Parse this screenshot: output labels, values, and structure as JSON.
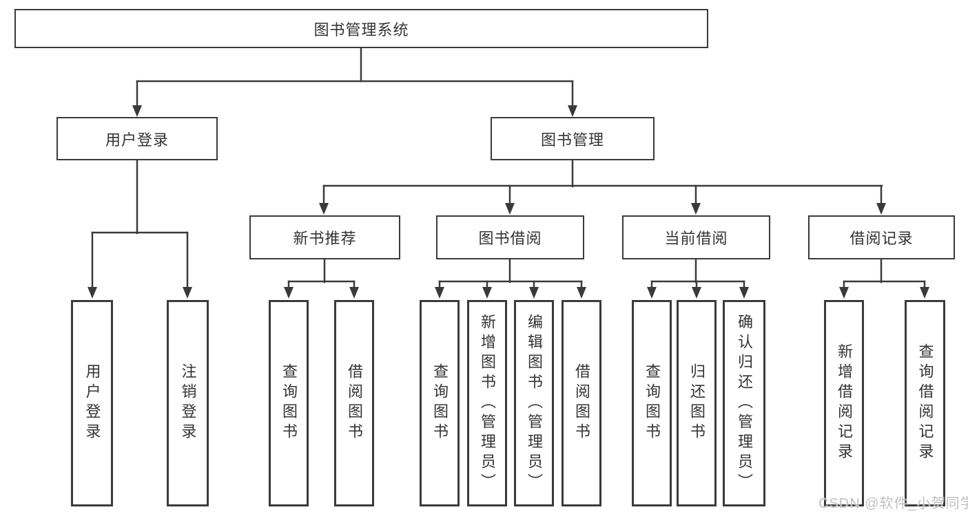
{
  "root": {
    "label": "图书管理系统"
  },
  "user": {
    "label": "用户登录",
    "leaves": [
      {
        "label": "用户登录"
      },
      {
        "label": "注销登录"
      }
    ]
  },
  "mgmt": {
    "label": "图书管理",
    "groups": [
      {
        "label": "新书推荐",
        "leaves": [
          {
            "label": "查询图书"
          },
          {
            "label": "借阅图书"
          }
        ]
      },
      {
        "label": "图书借阅",
        "leaves": [
          {
            "label": "查询图书"
          },
          {
            "label": "新增图书（管理员）"
          },
          {
            "label": "编辑图书（管理员）"
          },
          {
            "label": "借阅图书"
          }
        ]
      },
      {
        "label": "当前借阅",
        "leaves": [
          {
            "label": "查询图书"
          },
          {
            "label": "归还图书"
          },
          {
            "label": "确认归还（管理员）"
          }
        ]
      },
      {
        "label": "借阅记录",
        "leaves": [
          {
            "label": "新增借阅记录"
          },
          {
            "label": "查询借阅记录"
          }
        ]
      }
    ]
  },
  "watermark": "CSDN @软件_小贺同学",
  "colors": {
    "line": "#3a3a3a",
    "text": "#333333",
    "watermark": "#c0c0c0",
    "background": "#ffffff"
  }
}
